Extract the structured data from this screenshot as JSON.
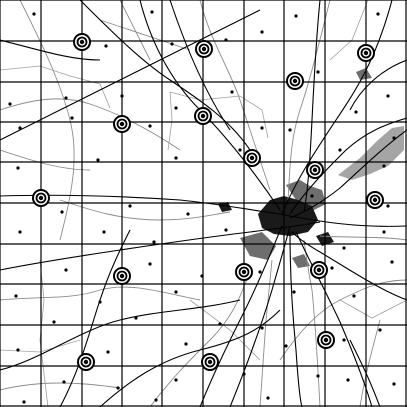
{
  "map": {
    "style": "grayscale road and grid map",
    "grid": {
      "columns": 10,
      "rows": 10,
      "line_color": "#000000"
    },
    "colors": {
      "background": "#ffffff",
      "road_primary": "#000000",
      "road_secondary": "#8c8c8c",
      "boundary": "#a0a0a0",
      "urban_dark": "#1a1a1a",
      "urban_mid": "#6e6e6e",
      "urban_light": "#a5a5a5",
      "marker_ring": "#000000",
      "marker_fill": "#ffffff",
      "place_dot": "#000000"
    },
    "marker_icon": "concentric-target-icon",
    "marker_count": 16,
    "labels": []
  }
}
